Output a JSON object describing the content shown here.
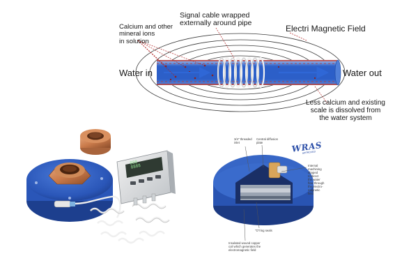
{
  "diagram": {
    "labels": {
      "calcium": [
        "Calcium and other",
        "mineral ions",
        "in solution"
      ],
      "signal_cable": [
        "Signal cable wrapped",
        "externally around pipe"
      ],
      "field": "Electri Magnetic Field",
      "water_in": "Water in",
      "water_out": "Water out",
      "less_calcium": [
        "Less calcium and existing",
        "scale is dissolved from",
        "the water system"
      ]
    }
  },
  "product": {
    "display_lines": [
      "888",
      "8888"
    ],
    "colors": {
      "body_blue": "#2a56b8",
      "copper": "#c97a4a",
      "cable": "#f0f0f0",
      "box": "#dcdcdc",
      "screen": "#2f3a32"
    }
  },
  "cutaway": {
    "brand": "WRAS",
    "brand_sub": "APPROVED",
    "callouts": {
      "thread": [
        "3/4\" threaded",
        "inlet"
      ],
      "diffusion": [
        "Central diffusion",
        "plate"
      ],
      "internal": [
        "Internal",
        "machining",
        "shaped",
        "to direct",
        "the water",
        "flow through",
        "the electro-",
        "magnetic",
        "field"
      ],
      "oring": "\"O\"ring seals",
      "coil": [
        "Insulated wound copper",
        "coil which generates the",
        "electromagnetic field"
      ]
    }
  },
  "colors": {
    "pipe_blue": "#2c5fc8",
    "pipe_red": "#c0392b",
    "arrow_blue": "#2f67d6",
    "leader_red": "#b22222"
  }
}
